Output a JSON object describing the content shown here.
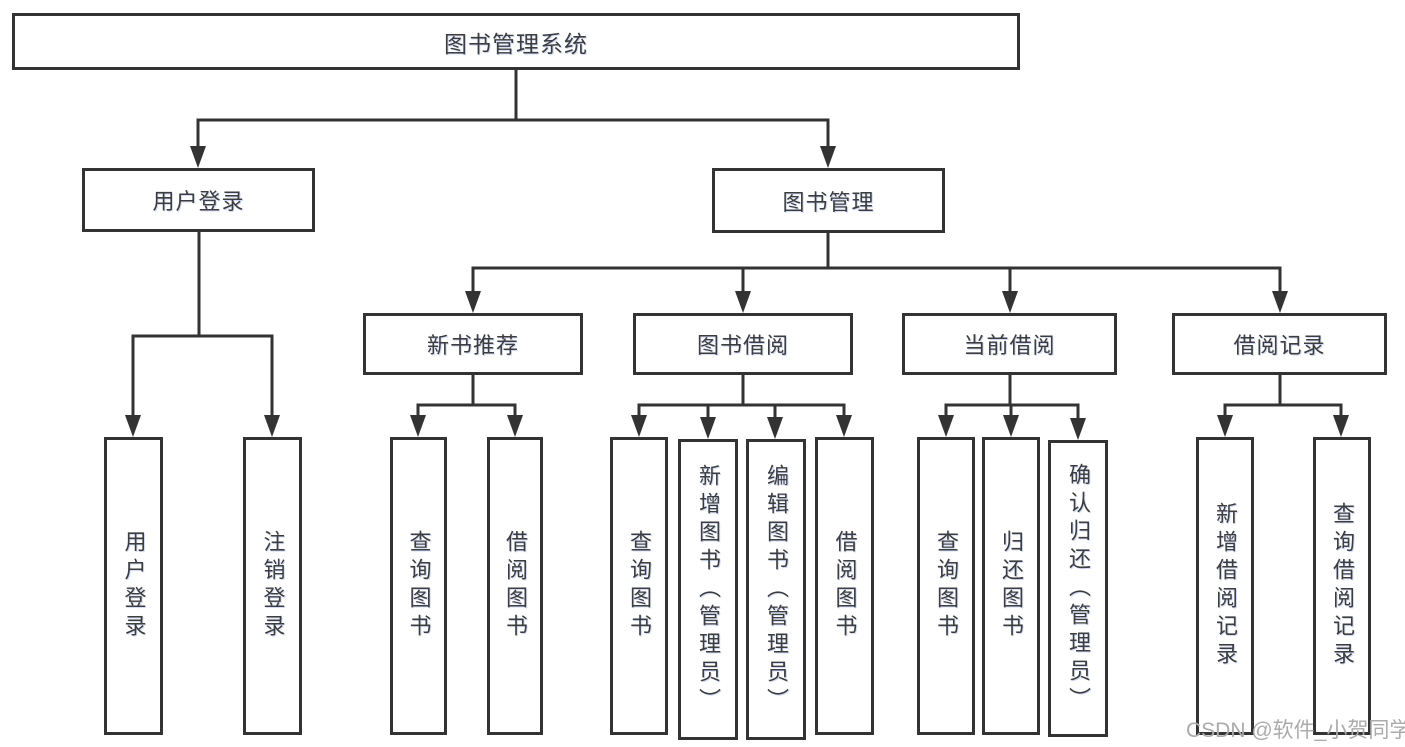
{
  "tree": {
    "label": "图书管理系统",
    "children": [
      {
        "label": "用户登录",
        "children": [
          {
            "label": "用户登录"
          },
          {
            "label": "注销登录"
          }
        ]
      },
      {
        "label": "图书管理",
        "children": [
          {
            "label": "新书推荐",
            "children": [
              {
                "label": "查询图书"
              },
              {
                "label": "借阅图书"
              }
            ]
          },
          {
            "label": "图书借阅",
            "children": [
              {
                "label": "查询图书"
              },
              {
                "label": "新增图书（管理员）"
              },
              {
                "label": "编辑图书（管理员）"
              },
              {
                "label": "借阅图书"
              }
            ]
          },
          {
            "label": "当前借阅",
            "children": [
              {
                "label": "查询图书"
              },
              {
                "label": "归还图书"
              },
              {
                "label": "确认归还（管理员）"
              }
            ]
          },
          {
            "label": "借阅记录",
            "children": [
              {
                "label": "新增借阅记录"
              },
              {
                "label": "查询借阅记录"
              }
            ]
          }
        ]
      }
    ]
  },
  "watermark": {
    "text": "CSDN @软件_小贺同学"
  },
  "colors": {
    "line": "#333333",
    "node_border": "#333333",
    "node_background": "#ffffff",
    "text": "#3d3d3d",
    "watermark": "#ababab",
    "background": "#ffffff"
  }
}
